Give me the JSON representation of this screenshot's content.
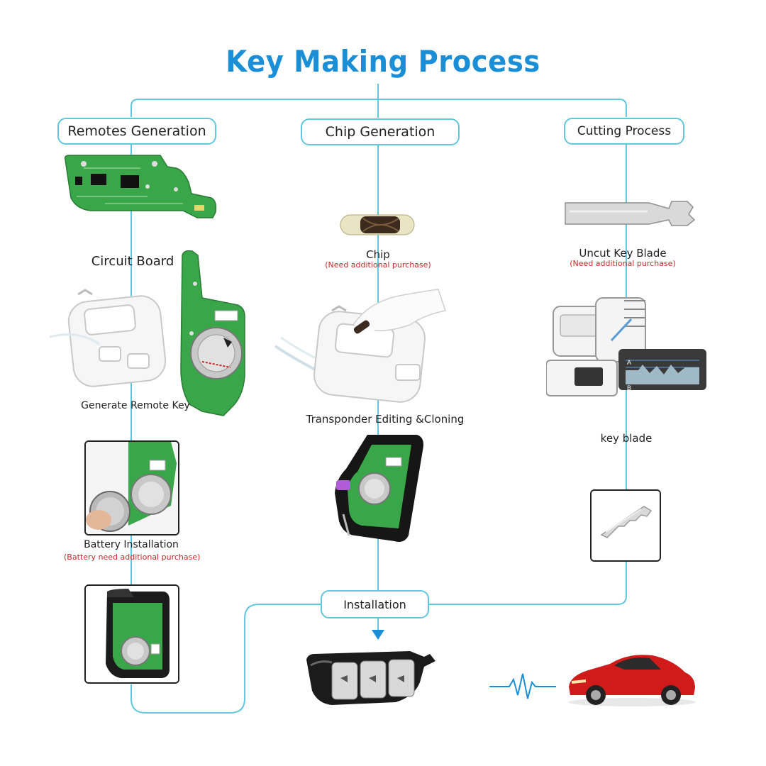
{
  "title": "Key Making Process",
  "columns": {
    "remotes": {
      "header": "Remotes Generation",
      "step1": "Circuit Board",
      "step2": "Generate Remote Key",
      "step3": "Battery Installation",
      "step3_note": "(Battery need additional purchase)"
    },
    "chip": {
      "header": "Chip Generation",
      "step1": "Chip",
      "step1_note": "(Need additional purchase)",
      "step2": "Transponder Editing &Cloning"
    },
    "cutting": {
      "header": "Cutting Process",
      "step1": "Uncut Key  Blade",
      "step1_note": "(Need additional purchase)",
      "step2": "key blade"
    }
  },
  "final": {
    "installation": "Installation"
  },
  "machine_profile": {
    "label_a": "A",
    "label_b": "B"
  },
  "colors": {
    "title": "#1a8fd8",
    "line": "#5fc8df",
    "note": "#c62828",
    "pcb": "#3aa64a",
    "car": "#d11a1a"
  }
}
